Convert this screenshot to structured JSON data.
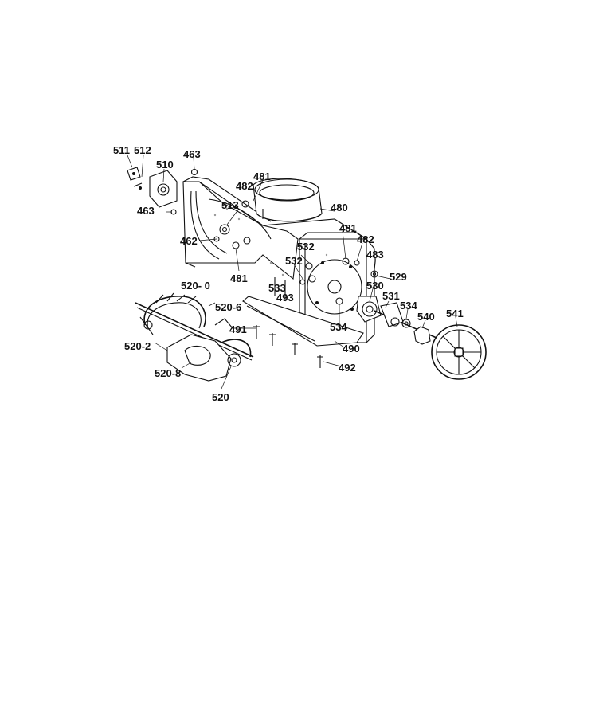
{
  "diagram": {
    "labels": [
      {
        "key": "l511",
        "text": "511"
      },
      {
        "key": "l512",
        "text": "512"
      },
      {
        "key": "l510",
        "text": "510"
      },
      {
        "key": "l463a",
        "text": "463"
      },
      {
        "key": "l463b",
        "text": "463"
      },
      {
        "key": "l481a",
        "text": "481"
      },
      {
        "key": "l482a",
        "text": "482"
      },
      {
        "key": "l513",
        "text": "513"
      },
      {
        "key": "l480",
        "text": "480"
      },
      {
        "key": "l481b",
        "text": "481"
      },
      {
        "key": "l482b",
        "text": "482"
      },
      {
        "key": "l462",
        "text": "462"
      },
      {
        "key": "l532a",
        "text": "532"
      },
      {
        "key": "l532b",
        "text": "532"
      },
      {
        "key": "l483",
        "text": "483"
      },
      {
        "key": "l481c",
        "text": "481"
      },
      {
        "key": "l529",
        "text": "529"
      },
      {
        "key": "l5200",
        "text": "520- 0"
      },
      {
        "key": "l533",
        "text": "533"
      },
      {
        "key": "l493",
        "text": "493"
      },
      {
        "key": "l530",
        "text": "530"
      },
      {
        "key": "l531",
        "text": "531"
      },
      {
        "key": "l5206",
        "text": "520-6"
      },
      {
        "key": "l534a",
        "text": "534"
      },
      {
        "key": "l540",
        "text": "540"
      },
      {
        "key": "l541",
        "text": "541"
      },
      {
        "key": "l491",
        "text": "491"
      },
      {
        "key": "l534b",
        "text": "534"
      },
      {
        "key": "l5202",
        "text": "520-2"
      },
      {
        "key": "l490",
        "text": "490"
      },
      {
        "key": "l492",
        "text": "492"
      },
      {
        "key": "l5208",
        "text": "520-8"
      },
      {
        "key": "l520",
        "text": "520"
      }
    ]
  }
}
